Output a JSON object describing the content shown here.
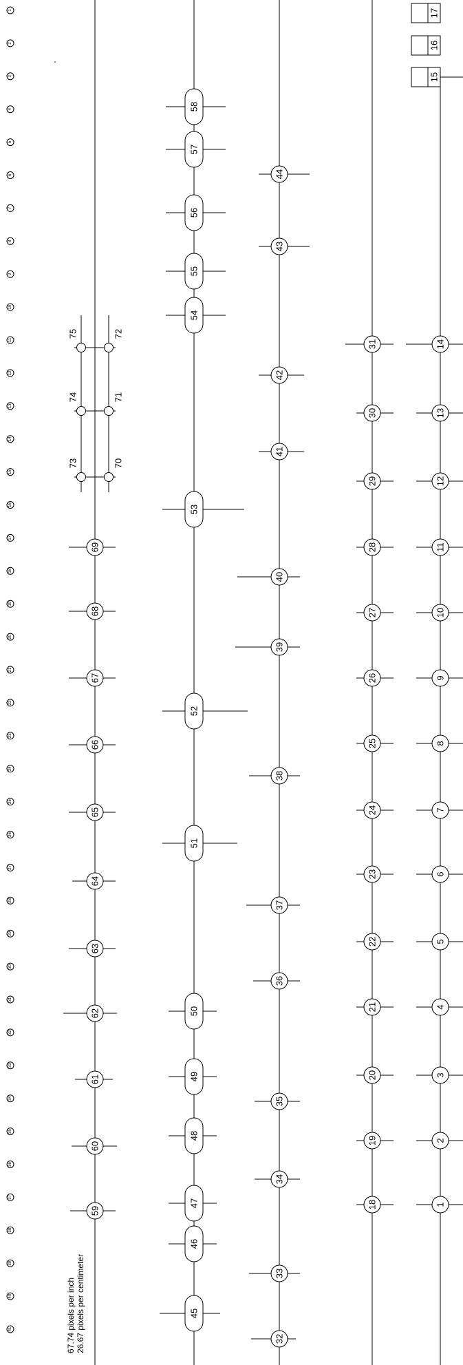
{
  "diagram": {
    "row_labels": [
      "1",
      "2",
      "3",
      "4",
      "5",
      "6",
      "7",
      "8",
      "9",
      "10",
      "11",
      "12",
      "13",
      "14",
      "15",
      "16",
      "17",
      "18",
      "19",
      "20",
      "21",
      "22",
      "23",
      "24",
      "25",
      "26",
      "27",
      "28",
      "29",
      "30",
      "31",
      "32",
      "33",
      "34",
      "35",
      "36",
      "37",
      "38",
      "39",
      "40",
      "41"
    ],
    "note_lines": [
      "67.74 pixels per inch",
      "26.67 pixels per centimeter"
    ],
    "lanes": [
      {
        "id": "A",
        "shape": "circle",
        "labels": [
          "59",
          "60",
          "61",
          "62",
          "63",
          "64",
          "65",
          "66",
          "67",
          "68",
          "69"
        ]
      },
      {
        "id": "B",
        "shape": "pill",
        "labels": [
          "45",
          "46",
          "47",
          "48",
          "49",
          "50",
          "51",
          "52",
          "53",
          "54",
          "55",
          "56",
          "57",
          "58"
        ]
      },
      {
        "id": "C",
        "shape": "circle",
        "labels": [
          "32",
          "33",
          "34",
          "35",
          "36",
          "37",
          "38",
          "39",
          "40",
          "41",
          "42",
          "43",
          "44"
        ]
      },
      {
        "id": "D",
        "shape": "circle",
        "labels": [
          "18",
          "19",
          "20",
          "21",
          "22",
          "23",
          "24",
          "25",
          "26",
          "27",
          "28",
          "29",
          "30",
          "31"
        ]
      },
      {
        "id": "E",
        "shape": "circle",
        "labels": [
          "1",
          "2",
          "3",
          "4",
          "5",
          "6",
          "7",
          "8",
          "9",
          "10",
          "11",
          "12",
          "13",
          "14"
        ]
      },
      {
        "id": "E-top",
        "shape": "box",
        "labels": [
          "15",
          "16",
          "17"
        ]
      }
    ],
    "grid_nodes": {
      "left_labels": [
        "73",
        "74",
        "75"
      ],
      "right_labels": [
        "70",
        "71",
        "72"
      ]
    }
  }
}
